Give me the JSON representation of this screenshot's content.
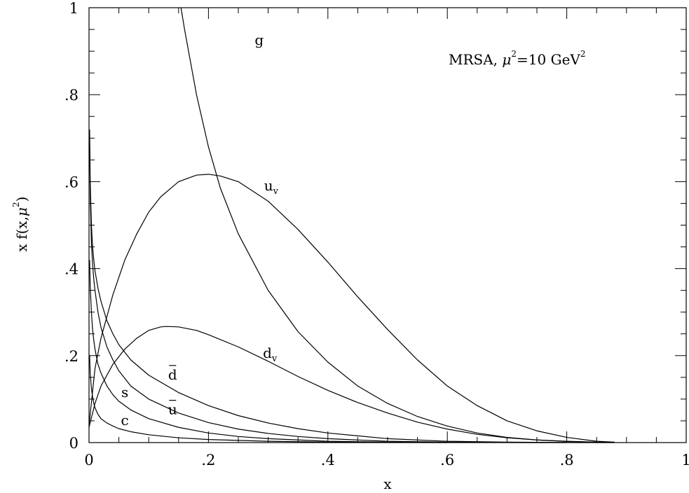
{
  "chart_data": {
    "type": "line",
    "title": "",
    "annotation": {
      "text": "MRSA, ",
      "mu": "μ",
      "sup1": "2",
      "mid": "=10  GeV",
      "sup2": "2"
    },
    "xlabel": "x",
    "ylabel": {
      "pre": "x  f(x,",
      "mu": "μ",
      "sup": "2",
      "post": ")"
    },
    "xlim": [
      0,
      1
    ],
    "ylim": [
      0,
      1
    ],
    "xticks": [
      0,
      0.2,
      0.4,
      0.6,
      0.8,
      1
    ],
    "xtick_labels": [
      "0",
      ".2",
      ".4",
      ".6",
      ".8",
      "1"
    ],
    "yticks": [
      0,
      0.2,
      0.4,
      0.6,
      0.8,
      1
    ],
    "ytick_labels": [
      "0",
      ".2",
      ".4",
      ".6",
      ".8",
      "1"
    ],
    "grid": false,
    "series": [
      {
        "name": "g",
        "label_main": "g",
        "label_sub": "",
        "label_bar": false,
        "x": [
          0.154,
          0.16,
          0.18,
          0.2,
          0.22,
          0.25,
          0.3,
          0.35,
          0.4,
          0.45,
          0.5,
          0.55,
          0.6,
          0.65,
          0.7,
          0.75,
          0.8,
          0.85,
          0.88
        ],
        "y": [
          1.0,
          0.95,
          0.8,
          0.68,
          0.585,
          0.48,
          0.35,
          0.255,
          0.185,
          0.13,
          0.09,
          0.06,
          0.038,
          0.022,
          0.012,
          0.006,
          0.0025,
          0.0008,
          0.0002
        ]
      },
      {
        "name": "u_v",
        "label_main": "u",
        "label_sub": "v",
        "label_bar": false,
        "x": [
          0.0,
          0.01,
          0.02,
          0.04,
          0.06,
          0.08,
          0.1,
          0.12,
          0.15,
          0.18,
          0.2,
          0.22,
          0.25,
          0.3,
          0.35,
          0.4,
          0.45,
          0.5,
          0.55,
          0.6,
          0.65,
          0.7,
          0.75,
          0.8,
          0.85,
          0.88
        ],
        "y": [
          0.04,
          0.17,
          0.24,
          0.34,
          0.42,
          0.48,
          0.53,
          0.565,
          0.6,
          0.615,
          0.617,
          0.613,
          0.6,
          0.555,
          0.49,
          0.415,
          0.335,
          0.26,
          0.19,
          0.13,
          0.085,
          0.05,
          0.027,
          0.012,
          0.003,
          0.001
        ]
      },
      {
        "name": "d_v",
        "label_main": "d",
        "label_sub": "v",
        "label_bar": false,
        "x": [
          0.0,
          0.01,
          0.02,
          0.04,
          0.06,
          0.08,
          0.1,
          0.12,
          0.13,
          0.15,
          0.18,
          0.2,
          0.25,
          0.3,
          0.35,
          0.4,
          0.45,
          0.5,
          0.55,
          0.6,
          0.65,
          0.7,
          0.75,
          0.8,
          0.85,
          0.88
        ],
        "y": [
          0.035,
          0.09,
          0.13,
          0.18,
          0.215,
          0.24,
          0.258,
          0.266,
          0.267,
          0.266,
          0.258,
          0.248,
          0.22,
          0.187,
          0.152,
          0.12,
          0.092,
          0.068,
          0.047,
          0.031,
          0.019,
          0.011,
          0.006,
          0.003,
          0.001,
          0.0003
        ]
      },
      {
        "name": "d̄",
        "label_main": "d",
        "label_sub": "",
        "label_bar": true,
        "x": [
          0.001,
          0.002,
          0.004,
          0.006,
          0.008,
          0.01,
          0.015,
          0.02,
          0.03,
          0.04,
          0.05,
          0.07,
          0.1,
          0.15,
          0.2,
          0.25,
          0.3,
          0.35,
          0.4,
          0.5,
          0.6,
          0.7,
          0.8,
          0.88
        ],
        "y": [
          0.72,
          0.6,
          0.5,
          0.45,
          0.42,
          0.395,
          0.355,
          0.325,
          0.28,
          0.25,
          0.225,
          0.19,
          0.155,
          0.115,
          0.085,
          0.062,
          0.045,
          0.032,
          0.022,
          0.009,
          0.003,
          0.001,
          0.0003,
          0.0001
        ]
      },
      {
        "name": "ū",
        "label_main": "u",
        "label_sub": "",
        "label_bar": true,
        "x": [
          0.001,
          0.002,
          0.004,
          0.006,
          0.008,
          0.01,
          0.015,
          0.02,
          0.03,
          0.04,
          0.05,
          0.07,
          0.1,
          0.15,
          0.2,
          0.25,
          0.3,
          0.35,
          0.4,
          0.5,
          0.6,
          0.7,
          0.8,
          0.88
        ],
        "y": [
          0.7,
          0.57,
          0.46,
          0.41,
          0.375,
          0.35,
          0.3,
          0.265,
          0.22,
          0.19,
          0.165,
          0.13,
          0.1,
          0.068,
          0.046,
          0.031,
          0.021,
          0.014,
          0.009,
          0.003,
          0.001,
          0.0003,
          0.0001,
          0.0
        ]
      },
      {
        "name": "s",
        "label_main": "s",
        "label_sub": "",
        "label_bar": false,
        "x": [
          0.001,
          0.002,
          0.004,
          0.006,
          0.008,
          0.01,
          0.015,
          0.02,
          0.03,
          0.04,
          0.05,
          0.07,
          0.1,
          0.15,
          0.2,
          0.25,
          0.3,
          0.4,
          0.5,
          0.6,
          0.7,
          0.8
        ],
        "y": [
          0.42,
          0.36,
          0.3,
          0.26,
          0.235,
          0.215,
          0.18,
          0.16,
          0.13,
          0.11,
          0.095,
          0.075,
          0.055,
          0.035,
          0.022,
          0.014,
          0.009,
          0.003,
          0.001,
          0.0003,
          0.0001,
          0.0
        ]
      },
      {
        "name": "c",
        "label_main": "c",
        "label_sub": "",
        "label_bar": false,
        "x": [
          0.001,
          0.002,
          0.004,
          0.006,
          0.008,
          0.01,
          0.015,
          0.02,
          0.03,
          0.04,
          0.05,
          0.07,
          0.1,
          0.15,
          0.2,
          0.3,
          0.4,
          0.5,
          0.6
        ],
        "y": [
          0.2,
          0.16,
          0.125,
          0.105,
          0.09,
          0.08,
          0.065,
          0.055,
          0.045,
          0.038,
          0.032,
          0.025,
          0.018,
          0.011,
          0.007,
          0.003,
          0.001,
          0.0003,
          0.0
        ]
      }
    ]
  }
}
